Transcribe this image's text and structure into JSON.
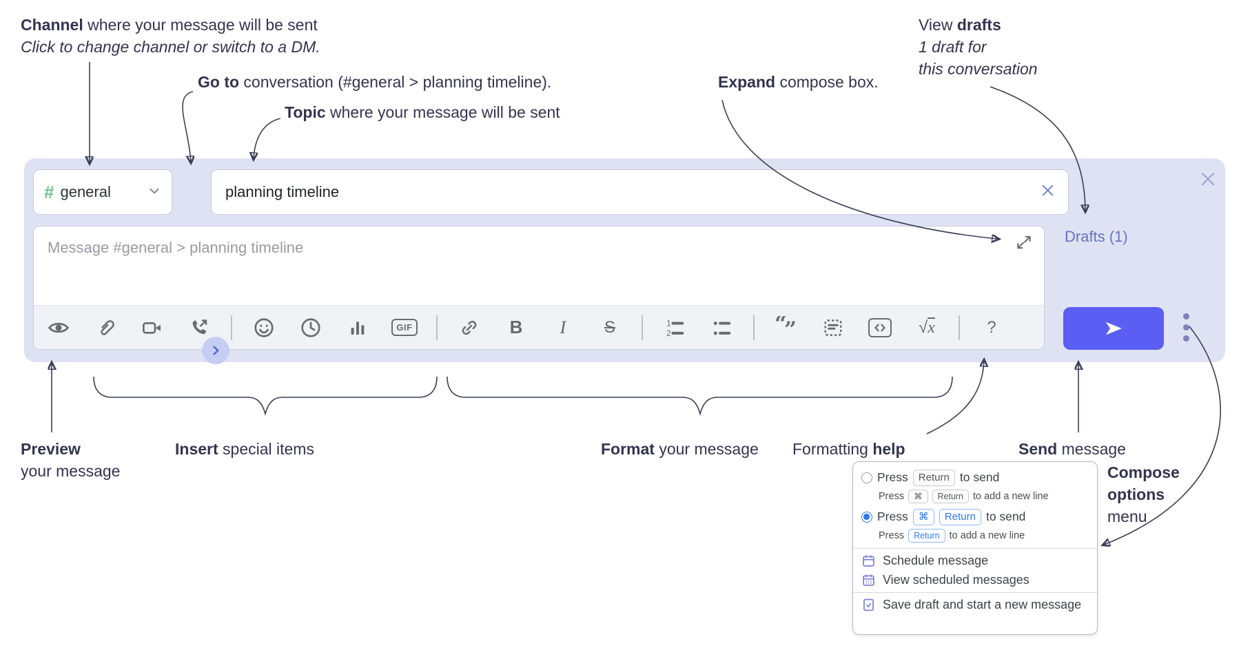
{
  "colors": {
    "accent_indigo": "#5a5ef2",
    "compose_background": "#dee2f3",
    "drafts_link_indigo": "#6673c1",
    "annotation_ink": "#32344f",
    "toolbar_icon_gray": "#6a6a70",
    "channel_hash_green": "#6cc388",
    "kbd_blue": "#2b7af0",
    "popup_icon_purple": "#7c80d8"
  },
  "annotations": {
    "channel": {
      "bold": "Channel",
      "rest": " where your message will be sent",
      "italic": "Click to change channel or switch to a DM."
    },
    "go_to": {
      "bold": "Go to",
      "rest": " conversation (#general > planning timeline)."
    },
    "topic": {
      "bold": "Topic",
      "rest": " where your message will be sent"
    },
    "expand": {
      "bold": "Expand",
      "rest": " compose box."
    },
    "view_drafts": {
      "pre": "View ",
      "bold": "drafts",
      "line2": "1 draft for",
      "line3": "this conversation"
    },
    "preview": {
      "bold": "Preview",
      "line2": "your message"
    },
    "insert": {
      "bold": "Insert",
      "rest": " special items"
    },
    "format": {
      "bold": "Format",
      "rest": " your message"
    },
    "formatting_help": {
      "pre": "Formatting ",
      "bold": "help"
    },
    "send": {
      "bold": "Send",
      "rest": " message"
    },
    "compose_options": {
      "bold_line1": "Compose",
      "bold_line2": "options",
      "line3": "menu"
    }
  },
  "compose": {
    "channel": {
      "hash": "#",
      "name": "general"
    },
    "topic": {
      "value": "planning timeline"
    },
    "message": {
      "placeholder": "Message #general > planning timeline"
    },
    "drafts_link": "Drafts (1)",
    "toolbar": {
      "icons": [
        "eye",
        "paperclip",
        "video-camera",
        "phone-call",
        "smiley",
        "clock",
        "poll",
        "gif",
        "link",
        "bold",
        "italic",
        "strikethrough",
        "numbered-list",
        "bulleted-list",
        "quote",
        "spoiler",
        "code",
        "math",
        "help"
      ],
      "gif_label": "GIF",
      "bold_label": "B",
      "italic_label": "I",
      "strike_label": "S",
      "math_sqrt": "√",
      "math_x": "x",
      "help_label": "?"
    }
  },
  "popup": {
    "option1": {
      "selected": false,
      "pre": "Press",
      "key1": "Return",
      "post": "to send",
      "sub_pre": "Press",
      "sub_key1": "⌘",
      "sub_key2": "Return",
      "sub_post": "to add a new line"
    },
    "option2": {
      "selected": true,
      "pre": "Press",
      "key1": "⌘",
      "key2": "Return",
      "post": "to send",
      "sub_pre": "Press",
      "sub_key1": "Return",
      "sub_post": "to add a new line"
    },
    "menu_items": [
      "Schedule message",
      "View scheduled messages",
      "Save draft and start a new message"
    ]
  }
}
